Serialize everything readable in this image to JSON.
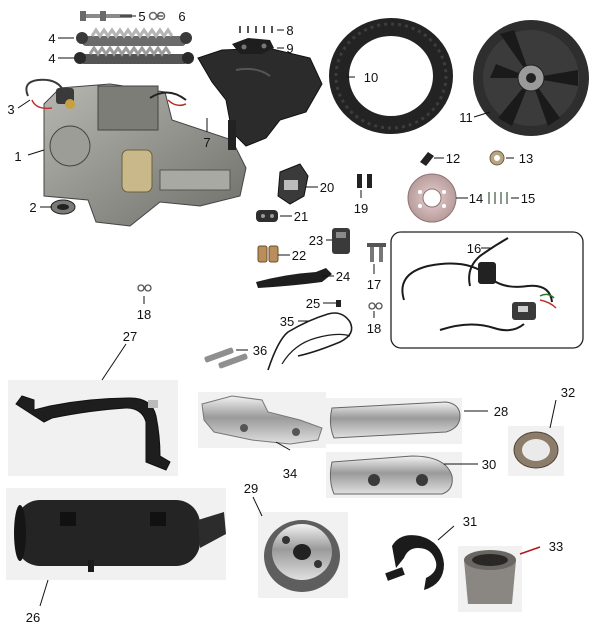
{
  "diagram": {
    "part_labels": [
      "1",
      "2",
      "3",
      "4",
      "4",
      "5",
      "6",
      "7",
      "8",
      "9",
      "10",
      "11",
      "12",
      "13",
      "14",
      "15",
      "16",
      "17",
      "18",
      "18",
      "19",
      "20",
      "21",
      "22",
      "23",
      "24",
      "25",
      "26",
      "27",
      "28",
      "29",
      "30",
      "31",
      "32",
      "33",
      "34",
      "35",
      "36"
    ]
  },
  "colors": {
    "background": "#ffffff",
    "label_text": "#111111",
    "leader_line": "#111111",
    "leader_line_33": "#b01818",
    "engine_body": "#8a8a86",
    "rubber_black": "#262626",
    "chrome": "#c9c9c9",
    "photo_background": "#f1f1f1"
  },
  "icons": [
    "engine-icon",
    "gasket-icon",
    "ignition-switch-icon",
    "shock-absorber-icon",
    "mudguard-icon",
    "bracket-icon",
    "tire-icon",
    "wheel-rim-icon",
    "brake-disc-icon",
    "wiring-harness-icon",
    "lever-icon",
    "caliper-icon",
    "exhaust-pipe-icon",
    "muffler-icon",
    "heat-shield-icon",
    "clamp-icon",
    "ring-icon"
  ]
}
